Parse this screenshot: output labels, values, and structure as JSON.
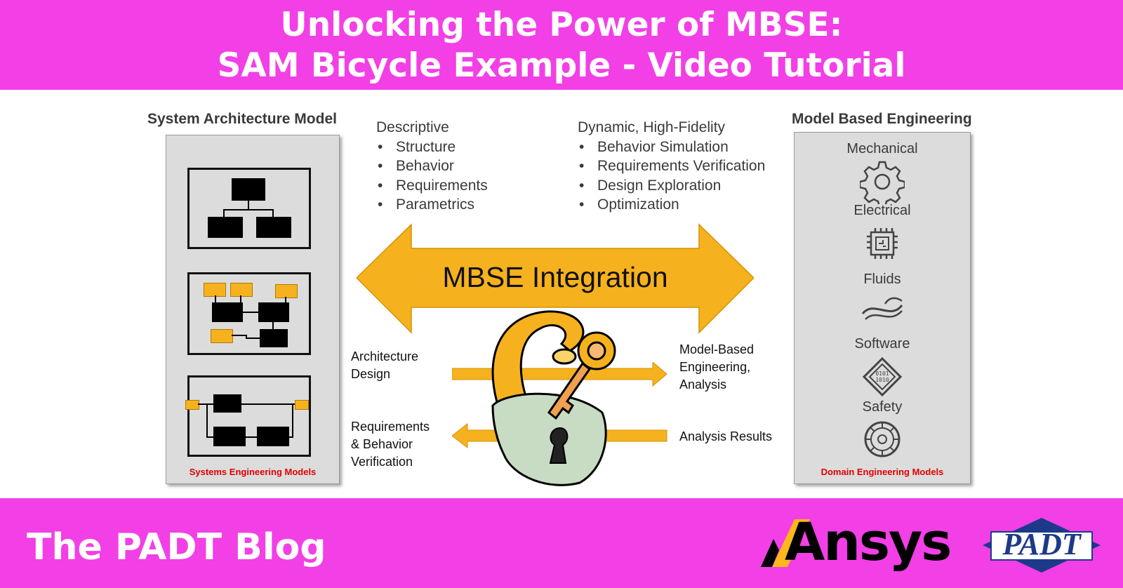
{
  "header": {
    "title_line1": "Unlocking the Power of MBSE:",
    "title_line2": "SAM Bicycle Example - Video Tutorial"
  },
  "left_panel": {
    "title": "System Architecture Model",
    "caption": "Systems Engineering Models"
  },
  "right_panel": {
    "title": "Model Based Engineering",
    "caption": "Domain Engineering Models",
    "domains": [
      {
        "label": "Mechanical",
        "icon": "gear-icon"
      },
      {
        "label": "Electrical",
        "icon": "chip-icon"
      },
      {
        "label": "Fluids",
        "icon": "fluid-wave-icon"
      },
      {
        "label": "Software",
        "icon": "binary-code-icon"
      },
      {
        "label": "Safety",
        "icon": "safety-shield-icon"
      }
    ]
  },
  "descriptive": {
    "heading": "Descriptive",
    "items": [
      "Structure",
      "Behavior",
      "Requirements",
      "Parametrics"
    ]
  },
  "dynamic": {
    "heading": "Dynamic, High-Fidelity",
    "items": [
      "Behavior Simulation",
      "Requirements Verification",
      "Design Exploration",
      "Optimization"
    ]
  },
  "center": {
    "arrow_label": "MBSE Integration",
    "flow_left_top": [
      "Architecture",
      "Design"
    ],
    "flow_left_bottom": [
      "Requirements",
      "& Behavior",
      "Verification"
    ],
    "flow_right_top": [
      "Model-Based",
      "Engineering,",
      "Analysis"
    ],
    "flow_right_bottom": [
      "Analysis Results"
    ]
  },
  "footer": {
    "blog_title": "The PADT Blog",
    "logo_ansys": "Ansys",
    "logo_padt": "PADT"
  },
  "colors": {
    "banner": "#f23fe6",
    "arrow": "#f6b21e",
    "caption_red": "#e00000",
    "lock": "#c8dcc4"
  }
}
